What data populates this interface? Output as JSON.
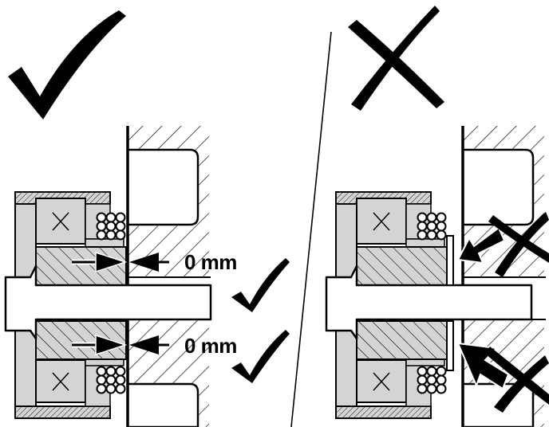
{
  "labels": {
    "gap_upper": "0 mm",
    "gap_lower": "0 mm"
  },
  "colors": {
    "line": "#000000",
    "part_fill": "#d4d4d4",
    "background": "#ffffff"
  },
  "icons": {
    "correct": "checkmark-icon",
    "incorrect": "cross-icon"
  },
  "panels": [
    {
      "verdict": "correct",
      "gap_mm": 0
    },
    {
      "verdict": "incorrect"
    }
  ]
}
